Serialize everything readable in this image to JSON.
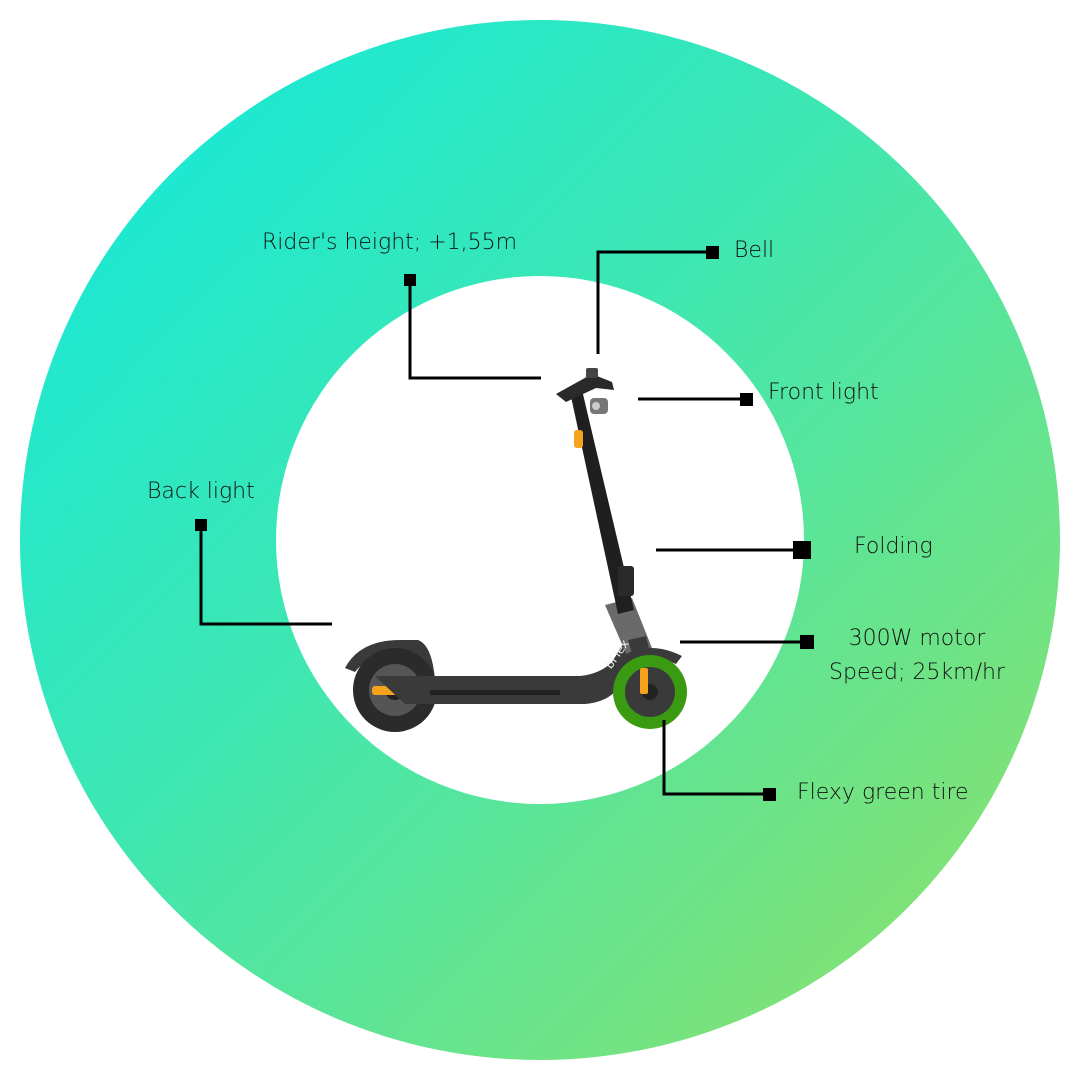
{
  "colors": {
    "ring_start": "#0ee8e0",
    "ring_mid": "#40e7b0",
    "ring_end": "#94e064",
    "tire": "#3a9a12",
    "accent_orange": "#f5a21d",
    "frame": "#3b3b3b",
    "leader_line": "#000000"
  },
  "labels": {
    "rider_height": "Rider's height; +1,55m",
    "bell": "Bell",
    "front_light": "Front light",
    "back_light": "Back light",
    "folding": "Folding",
    "motor": "300W motor",
    "speed": "Speed; 25km/hr",
    "tire": "Flexy green tire"
  },
  "scooter": {
    "brand": "bFlex"
  }
}
